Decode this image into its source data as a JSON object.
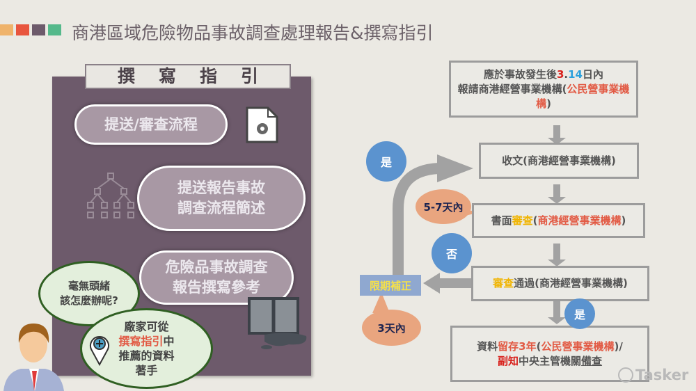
{
  "header": {
    "title": "商港區域危險物品事故調查處理報告&撰寫指引",
    "color_squares": [
      "#efb36b",
      "#e8553e",
      "#6d5a6b",
      "#55b98b"
    ]
  },
  "guide_panel": {
    "heading": "撰寫指引",
    "items": [
      {
        "label": "提送/審查流程",
        "icon": "document-gear-icon"
      },
      {
        "label_line1": "提送報告事故",
        "label_line2": "調查流程簡述",
        "icon": "hierarchy-tree-icon"
      },
      {
        "label_line1": "危險品事故調查",
        "label_line2": "報告撰寫參考",
        "icon": "tanker-spill-icon"
      }
    ]
  },
  "speech": {
    "question_line1": "毫無頭緒",
    "question_line2": "該怎麼辦呢?",
    "answer_line1": "廠家可從",
    "answer_highlight": "撰寫指引",
    "answer_mid": "中",
    "answer_line3": "推薦的資料",
    "answer_line4": "著手"
  },
  "flow": {
    "step1": {
      "a": "應於事故發生後",
      "n1": "3",
      "dot": ".",
      "n2": "14",
      "b": "日內",
      "c": "報請商港經營事業機構(",
      "d": "公民營事業機構",
      "e": ")"
    },
    "step2": "收文(商港經營事業機構)",
    "step3": {
      "a": "書面",
      "b": "審查",
      "c": "(",
      "d": "商港經營事業機構",
      "e": ")"
    },
    "step4": {
      "a": "審查",
      "b": "通過(商港經營事業機構)"
    },
    "step5": {
      "a": "資料",
      "b": "留存3年",
      "c": "(",
      "d": "公民營事業機構",
      "e": ")/",
      "f": "副知",
      "g": "中央主管機關",
      "h": "備查"
    },
    "yes_label": "是",
    "no_label": "否",
    "yes_label2": "是",
    "review_time": "5-7天內",
    "correction": "限期補正",
    "correction_time": "3天內"
  },
  "watermark": "Tasker"
}
